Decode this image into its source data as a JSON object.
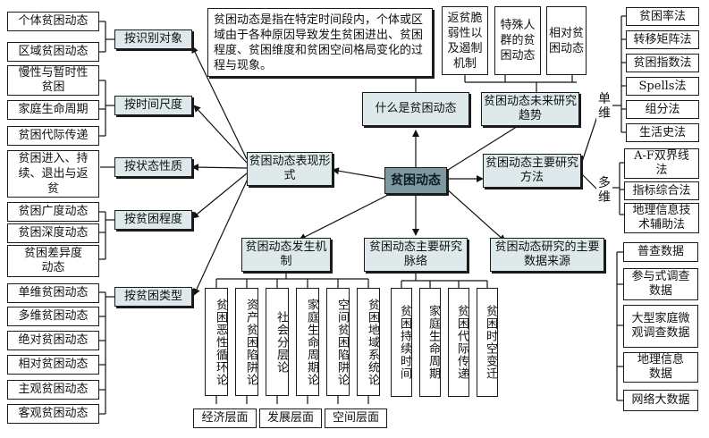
{
  "center": "贫困动态",
  "branches": {
    "what_is": "什么是贫困动态",
    "definition": "贫困动态是指在特定时间段内，个体或区域由于各种原因导致发生贫困进出、贫困程度、贫困维度和贫困空间格局变化的过程与现象。",
    "manifestation": "贫困动态表现形式",
    "mechanism": "贫困动态发生机制",
    "context": "贫困动态主要研究脉络",
    "future": "贫困动态未来研究趋势",
    "methods": "贫困动态主要研究方法",
    "data_sources": "贫困动态研究的主要数据来源"
  },
  "manifestation_groups": [
    {
      "label": "按识别对象",
      "items": [
        "个体贫困动态",
        "区域贫困动态"
      ]
    },
    {
      "label": "按时间尺度",
      "items": [
        "慢性与暂时性贫困",
        "家庭生命周期",
        "贫困代际传递"
      ]
    },
    {
      "label": "按状态性质",
      "items": [
        "贫困进入、持续、退出与返贫"
      ]
    },
    {
      "label": "按贫困程度",
      "items": [
        "贫困广度动态",
        "贫困深度动态",
        "贫困差异度动态"
      ]
    },
    {
      "label": "按贫困类型",
      "items": [
        "单维贫困动态",
        "多维贫困动态",
        "绝对贫困动态",
        "相对贫困动态",
        "主观贫困动态",
        "客观贫困动态"
      ]
    }
  ],
  "mechanism_items": [
    "贫困恶性循环论",
    "资产贫困陷阱论",
    "社会分层论",
    "家庭生命周期论",
    "空间贫困陷阱论",
    "贫困地域系统论"
  ],
  "mechanism_levels": [
    "经济层面",
    "发展层面",
    "空间层面"
  ],
  "context_items": [
    "贫困持续时间",
    "家庭生命周期",
    "贫困代际传递",
    "贫困时空变迁"
  ],
  "future_items": [
    "返贫脆弱性以及遏制机制",
    "特殊人群的贫困动态",
    "相对贫困动态"
  ],
  "methods": {
    "single_label": "单维",
    "single_items": [
      "贫困率法",
      "转移矩阵法",
      "贫困指数法",
      "Spells法",
      "组分法",
      "生活史法"
    ],
    "multi_label": "多维",
    "multi_items": [
      "A-F双界线法",
      "指标综合法",
      "地理信息技术辅助法"
    ]
  },
  "data_items": [
    "普查数据",
    "参与式调查数据",
    "大型家庭微观调查数据",
    "地理信息数据",
    "网络大数据"
  ]
}
